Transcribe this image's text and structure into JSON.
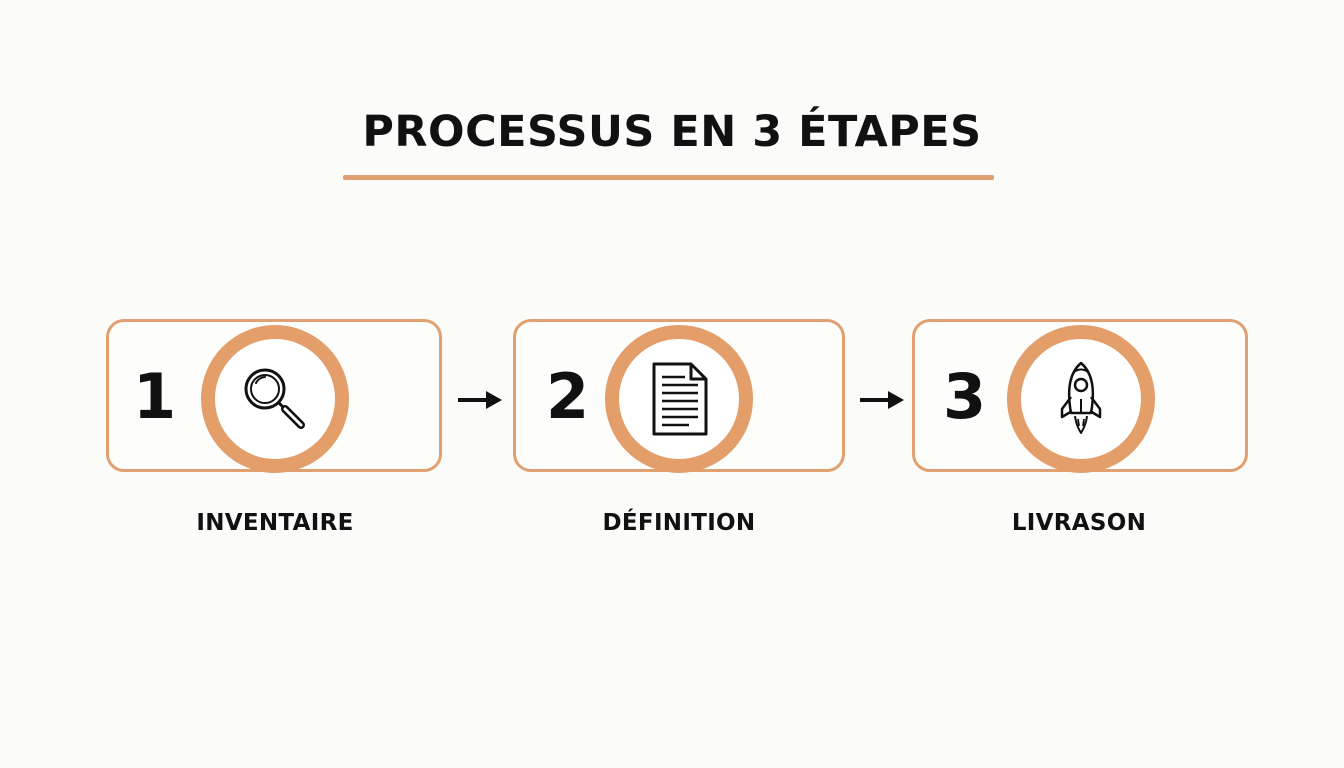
{
  "title": "PROCESSUS EN 3 ÉTAPES",
  "colors": {
    "accent": "#e0a070",
    "ring": "#e39e6a",
    "text": "#111111",
    "background": "#fbfbfa"
  },
  "steps": [
    {
      "number": "1",
      "label": "INVENTAIRE",
      "icon": "magnifying-glass-icon"
    },
    {
      "number": "2",
      "label": "DÉFINITION",
      "icon": "document-icon"
    },
    {
      "number": "3",
      "label": "LIVRASON",
      "icon": "rocket-icon"
    }
  ],
  "connectors": [
    "arrow-right-icon",
    "arrow-right-icon"
  ]
}
